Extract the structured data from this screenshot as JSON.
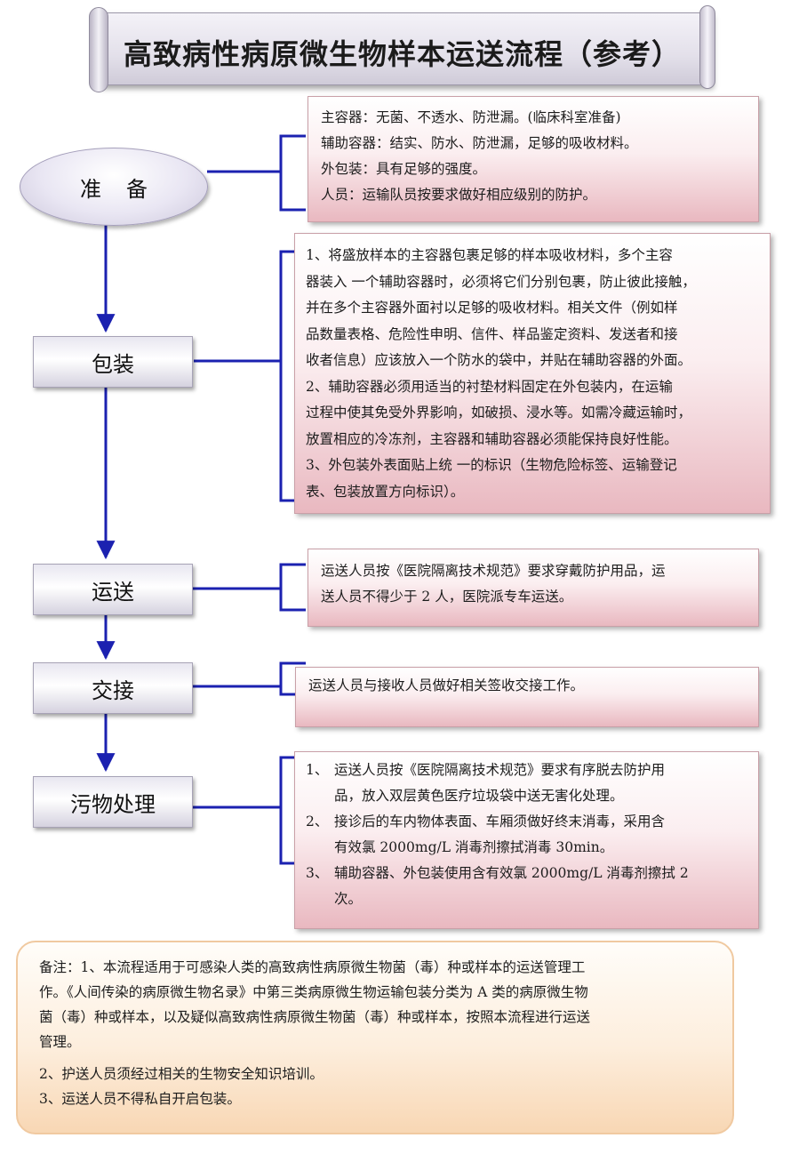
{
  "title": "高致病性病原微生物样本运送流程（参考）",
  "colors": {
    "connector": "#1b21b0",
    "desc_gradient_bottom": "#e9b8c0",
    "notes_border": "#f0c9a0"
  },
  "steps": [
    {
      "label": "准备"
    },
    {
      "label": "包装"
    },
    {
      "label": "运送"
    },
    {
      "label": "交接"
    },
    {
      "label": "污物处理"
    }
  ],
  "prep_desc": {
    "lines": [
      "主容器：无菌、不透水、防泄漏。(临床科室准备)",
      "辅助容器：结实、防水、防泄漏，足够的吸收材料。",
      "外包装：具有足够的强度。",
      "人员：运输队员按要求做好相应级别的防护。"
    ]
  },
  "pack_desc": {
    "lines": [
      "1、将盛放样本的主容器包裹足够的样本吸收材料，多个主容",
      "器装入  一个辅助容器时，必须将它们分别包裹，防止彼此接触，",
      "并在多个主容器外面衬以足够的吸收材料。相关文件（例如样",
      "品数量表格、危险性申明、信件、样品鉴定资料、发送者和接",
      "收者信息）应该放入一个防水的袋中，并贴在辅助容器的外面。",
      "2、辅助容器必须用适当的衬垫材料固定在外包装内，在运输",
      "过程中使其免受外界影响，如破损、浸水等。如需冷藏运输时，",
      "放置相应的冷冻剂，主容器和辅助容器必须能保持良好性能。",
      "3、外包装外表面贴上统  一的标识（生物危险标签、运输登记",
      "表、包装放置方向标识）。"
    ]
  },
  "transport_desc": {
    "lines": [
      "运送人员按《医院隔离技术规范》要求穿戴防护用品，运",
      "送人员不得少于 2 人，医院派专车运送。"
    ]
  },
  "handover_desc": {
    "lines": [
      "运送人员与接收人员做好相关签收交接工作。"
    ]
  },
  "waste_desc": {
    "items": [
      {
        "num": "1、",
        "lines": [
          "运送人员按《医院隔离技术规范》要求有序脱去防护用",
          "品，放入双层黄色医疗垃圾袋中送无害化处理。"
        ]
      },
      {
        "num": "2、",
        "lines": [
          "接诊后的车内物体表面、车厢须做好终末消毒，采用含",
          "有效氯 2000mg/L 消毒剂擦拭消毒 30min。"
        ]
      },
      {
        "num": "3、",
        "lines": [
          "辅助容器、外包装使用含有效氯 2000mg/L 消毒剂擦拭 2",
          "次。"
        ]
      }
    ]
  },
  "notes": {
    "lines": [
      "备注：1、本流程适用于可感染人类的高致病性病原微生物菌（毒）种或样本的运送管理工",
      "作。《人间传染的病原微生物名录》中第三类病原微生物运输包装分类为 A 类的病原微生物",
      "菌（毒）种或样本，以及疑似高致病性病原微生物菌（毒）种或样本，按照本流程进行运送",
      "管理。",
      "2、护送人员须经过相关的生物安全知识培训。",
      "3、运送人员不得私自开启包装。"
    ]
  }
}
